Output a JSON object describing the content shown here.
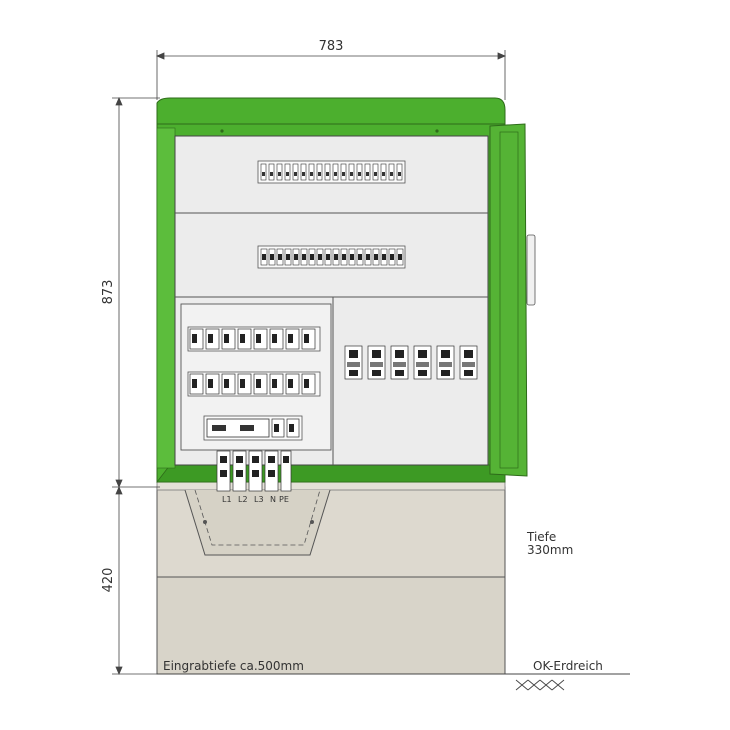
{
  "dimensions": {
    "width": "783",
    "cabinet_height": "873",
    "base_height": "420"
  },
  "notes": {
    "depth_label": "Tiefe",
    "depth_value": "330mm",
    "burial_depth": "Eingrabtiefe ca.500mm",
    "ground_level": "OK-Erdreich"
  },
  "terminals": {
    "labels": [
      "L1",
      "L2",
      "L3",
      "N",
      "PE"
    ]
  },
  "colors": {
    "housing_green": "#4caf2e",
    "housing_green_dark": "#2e7d1a",
    "panel_grey": "#ececec",
    "base_grey": "#d9d6cc",
    "line_dark": "#333333"
  }
}
